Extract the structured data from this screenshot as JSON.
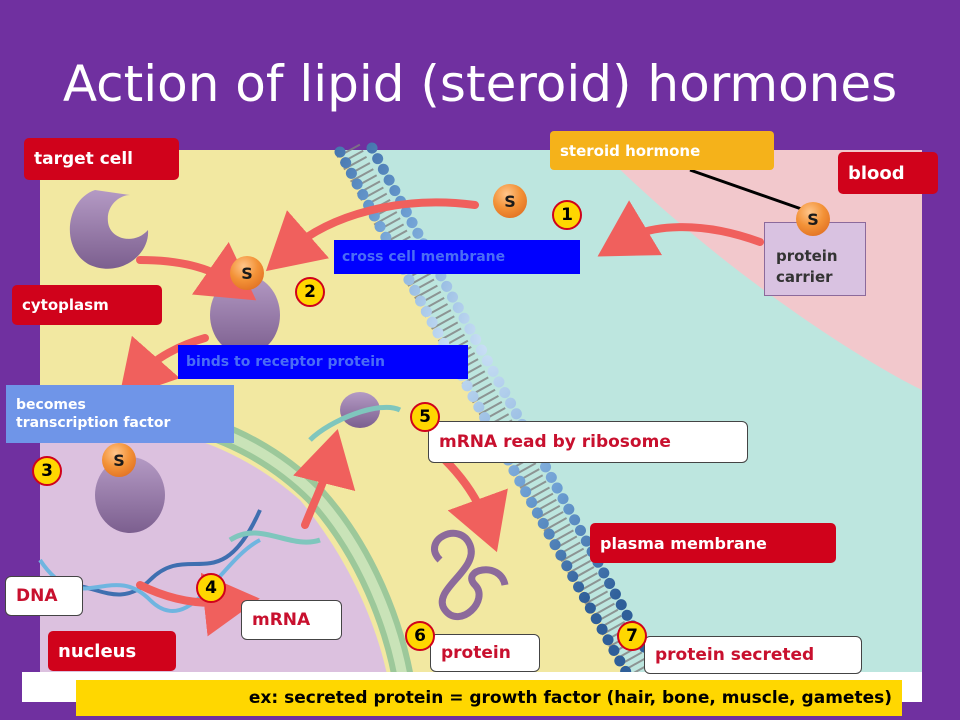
{
  "title": "Action of lipid (steroid) hormones",
  "labels": {
    "target_cell": "target cell",
    "blood": "blood",
    "steroid_hormone": "steroid hormone",
    "cytoplasm": "cytoplasm",
    "cross_cell_membrane": "cross cell membrane",
    "binds_to_receptor": "binds to receptor protein",
    "becomes_tf_line1": "becomes",
    "becomes_tf_line2": "transcription factor",
    "mrna_read": "mRNA read by ribosome",
    "plasma_membrane": "plasma membrane",
    "dna": "DNA",
    "mrna": "mRNA",
    "nucleus": "nucleus",
    "protein": "protein",
    "protein_secreted": "protein secreted",
    "protein_carrier_line1": "protein",
    "protein_carrier_line2": "carrier",
    "example": "ex: secreted protein = growth factor (hair, bone, muscle, gametes)"
  },
  "hormone_symbol": "S",
  "steps": [
    "1",
    "2",
    "3",
    "4",
    "5",
    "6",
    "7"
  ],
  "colors": {
    "background": "#7030a0",
    "red_label": "#d0021b",
    "blue_label": "#0000ff",
    "light_blue_label": "#6f95e8",
    "orange_label": "#f5b21a",
    "yellow_bar": "#ffd700",
    "cytoplasm": "#f2e8a1",
    "extracellular": "#bde6df",
    "blood": "#f2c8cc",
    "nucleus": "#dcc1df",
    "arrow": "#f0605d"
  }
}
